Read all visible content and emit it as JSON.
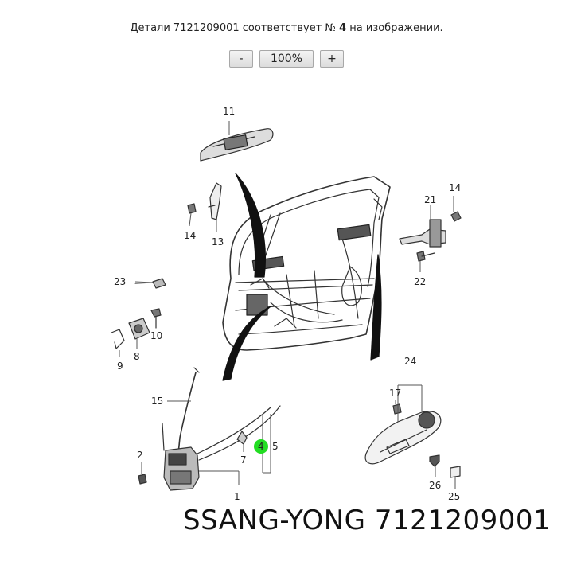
{
  "header": {
    "caption_prefix": "Детали 7121209001 соответствует №",
    "caption_number": "4",
    "caption_suffix": "на изображении."
  },
  "zoom": {
    "minus_label": "-",
    "level": "100%",
    "plus_label": "+"
  },
  "diagram": {
    "callouts": [
      "11",
      "14",
      "13",
      "21",
      "14",
      "22",
      "23",
      "10",
      "8",
      "9",
      "15",
      "24",
      "17",
      "2",
      "7",
      "4",
      "5",
      "1",
      "26",
      "25"
    ],
    "highlighted_callout": "4",
    "highlight_color": "#22dd22"
  },
  "footer": {
    "brand_part": "SSANG-YONG 7121209001"
  }
}
